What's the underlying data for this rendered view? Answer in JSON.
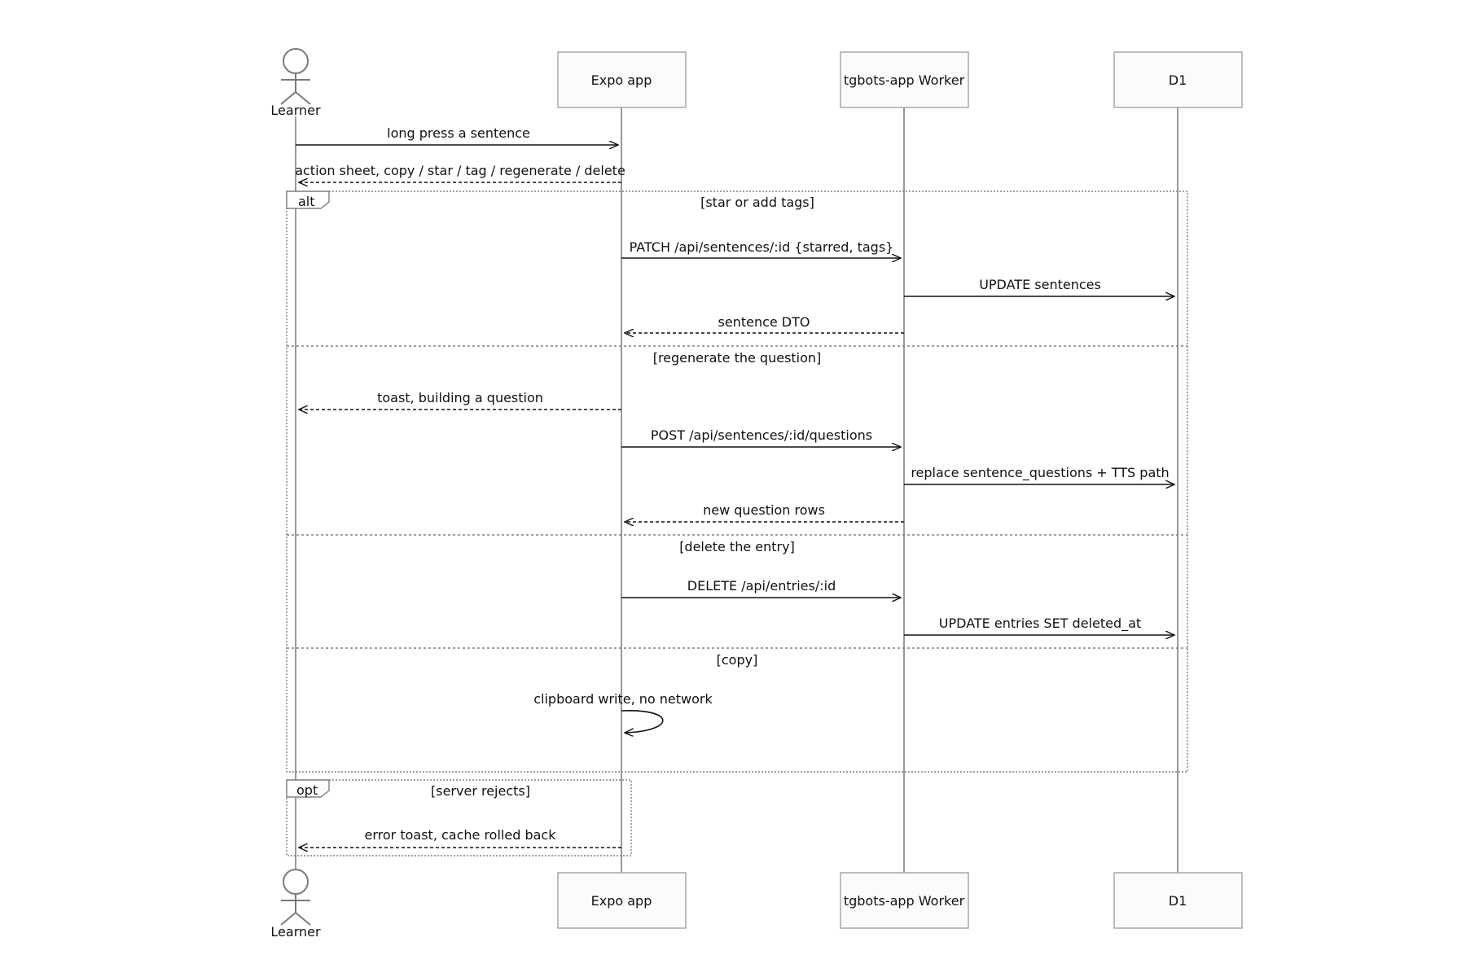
{
  "participants": {
    "learner": "Learner",
    "expo": "Expo app",
    "worker": "tgbots-app Worker",
    "d1": "D1"
  },
  "messages": [
    "long press a sentence",
    "action sheet, copy / star / tag / regenerate / delete",
    "PATCH /api/sentences/:id {starred, tags}",
    "UPDATE sentences",
    "sentence DTO",
    "toast, building a question",
    "POST /api/sentences/:id/questions",
    "replace sentence_questions + TTS path",
    "new question rows",
    "DELETE /api/entries/:id",
    "UPDATE entries SET deleted_at",
    "clipboard write, no network",
    "error toast, cache rolled back"
  ],
  "frames": {
    "alt": {
      "tag": "alt",
      "conditions": [
        "[star or add tags]",
        "[regenerate the question]",
        "[delete the entry]",
        "[copy]"
      ]
    },
    "opt": {
      "tag": "opt",
      "condition": "[server rejects]"
    }
  },
  "colors": {
    "lifeline": "#999999",
    "box_fill": "#fbfbfb",
    "box_stroke": "#a3a3a3",
    "arrow": "#111111",
    "frame": "#808080"
  }
}
